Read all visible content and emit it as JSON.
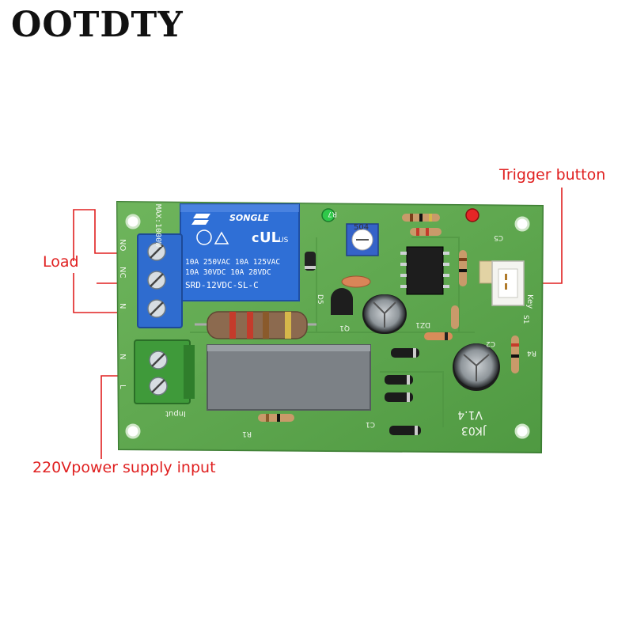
{
  "brand": {
    "name": "OOTDTY"
  },
  "callouts": {
    "trigger": "Trigger button",
    "load": "Load",
    "power": "220Vpower supply input"
  },
  "relay": {
    "brand": "SONGLE",
    "rating_line1": "10A 250VAC  10A 125VAC",
    "rating_line2": "10A  30VDC  10A  28VDC",
    "model": "SRD-12VDC-SL-C"
  },
  "silkscreen": {
    "max": "MAX:1000W",
    "model": "JK03",
    "version": "V1.4",
    "input": "Input",
    "terminal_no": "NO",
    "terminal_nc": "NC",
    "terminal_n": "N",
    "terminal_l": "L",
    "pot": "504",
    "key": "Key",
    "refs": {
      "r7": "R7",
      "c5": "C5",
      "d5": "D5",
      "q1": "Q1",
      "dz1": "DZ1",
      "c2": "C2",
      "r4": "R4",
      "s1": "S1",
      "c1": "C1",
      "r1": "R1"
    }
  },
  "colors": {
    "pcb": "#5fa84e",
    "callout": "#e02020",
    "relay": "#2f6fd6",
    "terminal_blue": "#2f6ccf",
    "terminal_green": "#3f9a3a"
  }
}
